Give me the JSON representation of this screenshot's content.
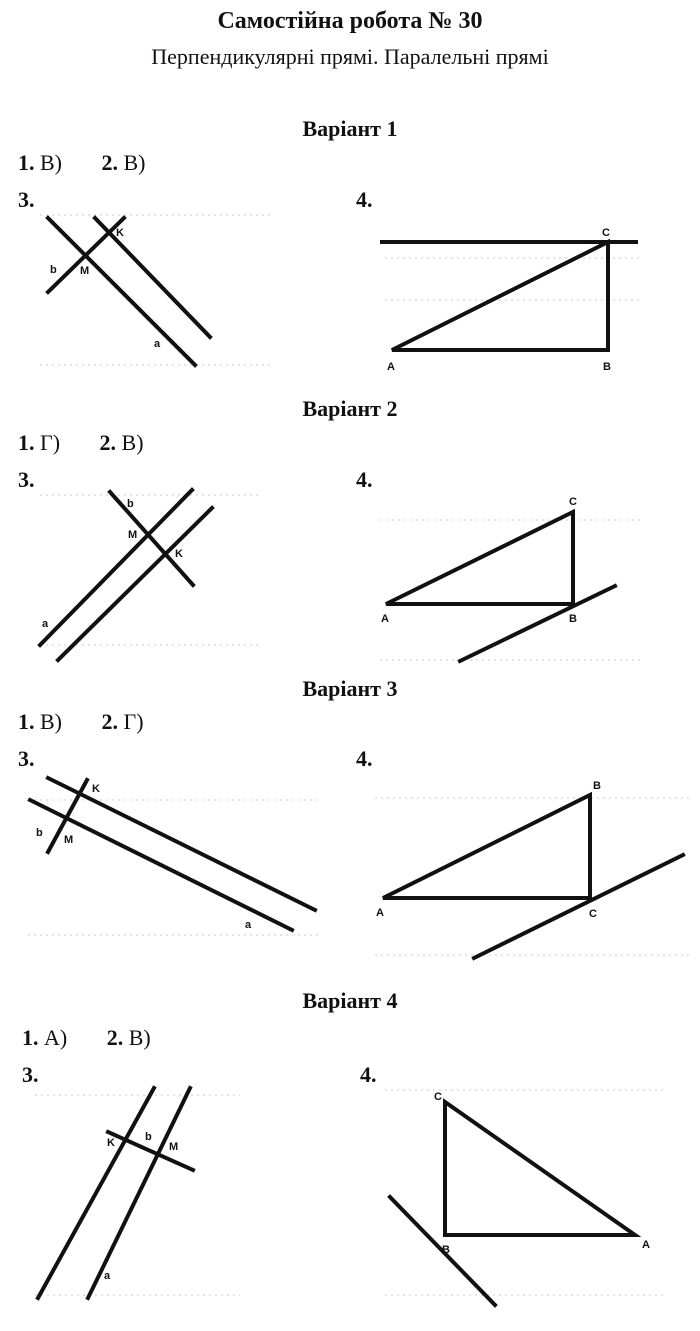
{
  "header": {
    "title": "Самостійна робота № 30",
    "subtitle": "Перпендикулярні прямі. Паралельні прямі"
  },
  "variants": [
    {
      "heading": "Варіант 1",
      "answers": [
        {
          "num": "1.",
          "value": "В)"
        },
        {
          "num": "2.",
          "value": "В)"
        }
      ],
      "task3": {
        "num": "3.",
        "labels": {
          "k": "K",
          "m": "M",
          "b": "b",
          "a": "a"
        }
      },
      "task4": {
        "num": "4.",
        "labels": {
          "a": "A",
          "b": "B",
          "c": "C"
        }
      }
    },
    {
      "heading": "Варіант 2",
      "answers": [
        {
          "num": "1.",
          "value": "Г)"
        },
        {
          "num": "2.",
          "value": "В)"
        }
      ],
      "task3": {
        "num": "3.",
        "labels": {
          "k": "K",
          "m": "M",
          "b": "b",
          "a": "a"
        }
      },
      "task4": {
        "num": "4.",
        "labels": {
          "a": "A",
          "b": "B",
          "c": "C"
        }
      }
    },
    {
      "heading": "Варіант 3",
      "answers": [
        {
          "num": "1.",
          "value": "В)"
        },
        {
          "num": "2.",
          "value": "Г)"
        }
      ],
      "task3": {
        "num": "3.",
        "labels": {
          "k": "K",
          "m": "M",
          "b": "b",
          "a": "a"
        }
      },
      "task4": {
        "num": "4.",
        "labels": {
          "a": "A",
          "b": "B",
          "c": "C"
        }
      }
    },
    {
      "heading": "Варіант 4",
      "answers": [
        {
          "num": "1.",
          "value": "А)"
        },
        {
          "num": "2.",
          "value": "В)"
        }
      ],
      "task3": {
        "num": "3.",
        "labels": {
          "k": "K",
          "m": "M",
          "b": "b",
          "a": "a"
        }
      },
      "task4": {
        "num": "4.",
        "labels": {
          "a": "A",
          "b": "B",
          "c": "C"
        }
      }
    }
  ]
}
